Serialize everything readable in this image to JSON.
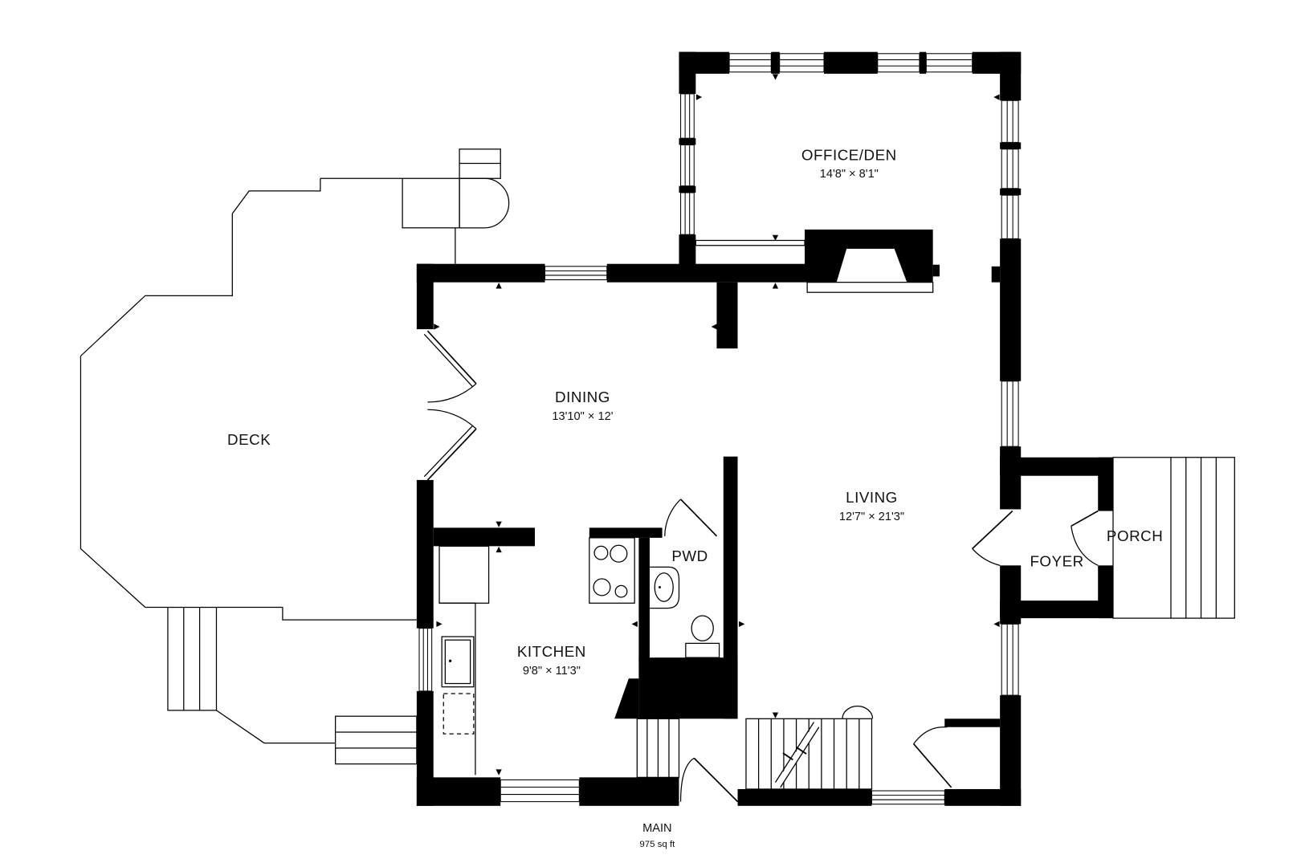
{
  "floor_plan": {
    "rooms": {
      "office": {
        "name": "OFFICE/DEN",
        "dims": "14'8\" × 8'1\""
      },
      "dining": {
        "name": "DINING",
        "dims": "13'10\" × 12'"
      },
      "deck": {
        "name": "DECK"
      },
      "living": {
        "name": "LIVING",
        "dims": "12'7\" × 21'3\""
      },
      "pwd": {
        "name": "PWD"
      },
      "kitchen": {
        "name": "KITCHEN",
        "dims": "9'8\" × 11'3\""
      },
      "foyer": {
        "name": "FOYER"
      },
      "porch": {
        "name": "PORCH"
      }
    },
    "level": {
      "name": "MAIN",
      "area": "975 sq ft"
    },
    "colors": {
      "wall": "#000000",
      "line": "#000000",
      "background": "#ffffff"
    }
  }
}
